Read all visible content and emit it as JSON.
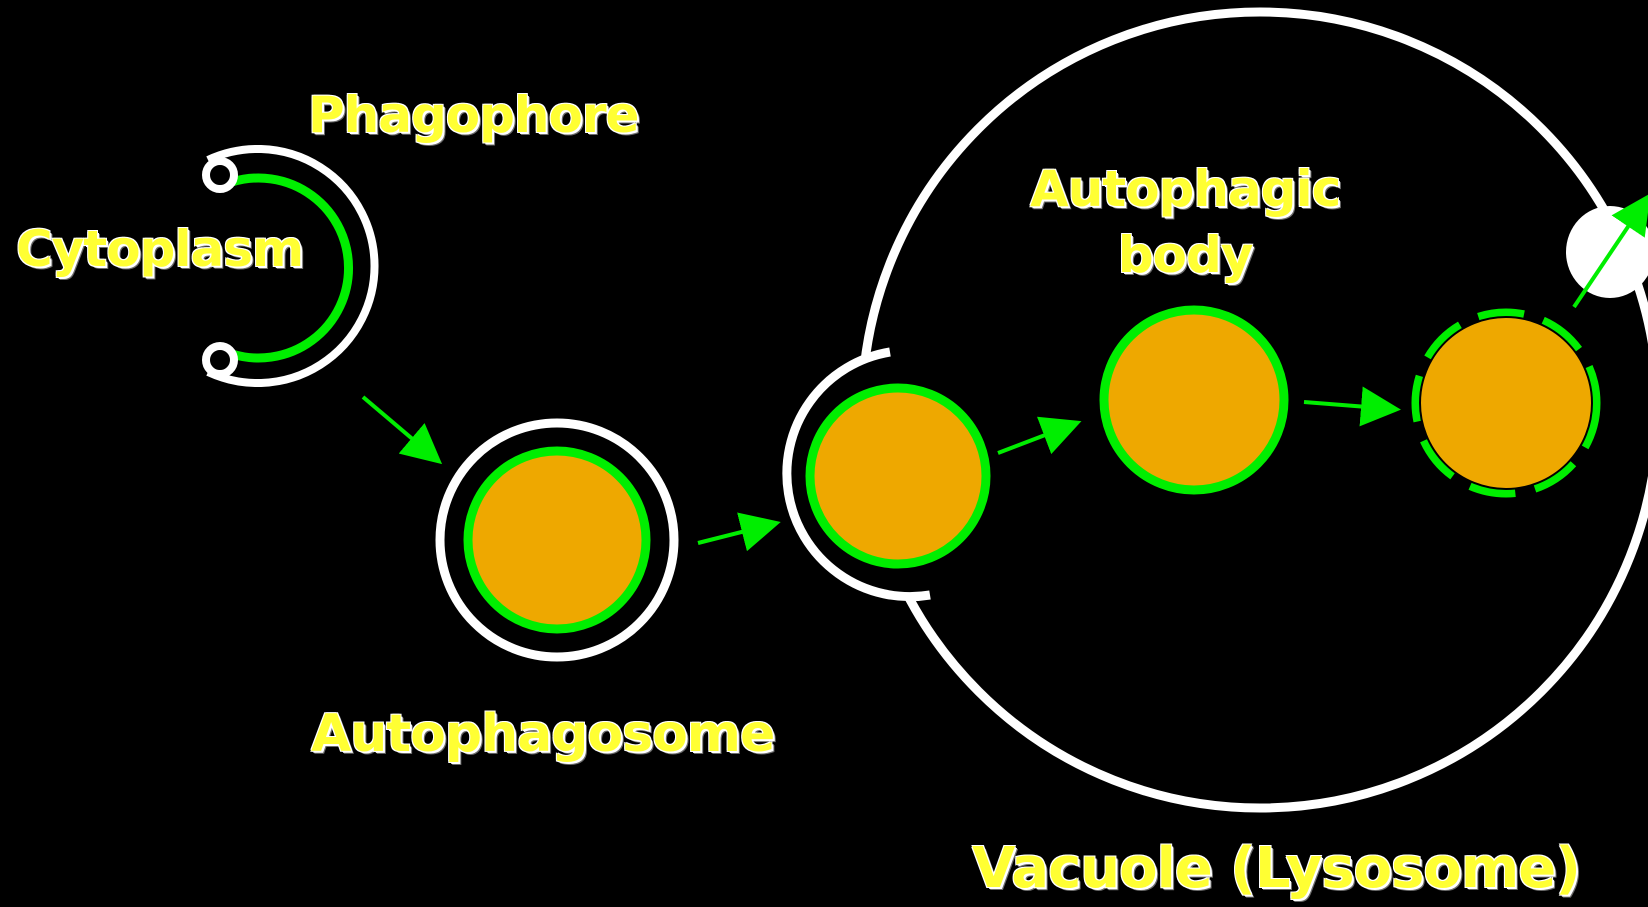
{
  "labels": {
    "cytoplasm": "Cytoplasm",
    "phagophore": "Phagophore",
    "autophagosome": "Autophagosome",
    "autophagic_line1": "Autophagic",
    "autophagic_line2": "body",
    "vacuole": "Vacuole (Lysosome)"
  },
  "colors": {
    "background": "#000000",
    "label_text": "#FFFF33",
    "membrane_outer": "#FFFFFF",
    "membrane_inner": "#00EE00",
    "cargo": "#EEA800",
    "arrow": "#00EE00"
  }
}
